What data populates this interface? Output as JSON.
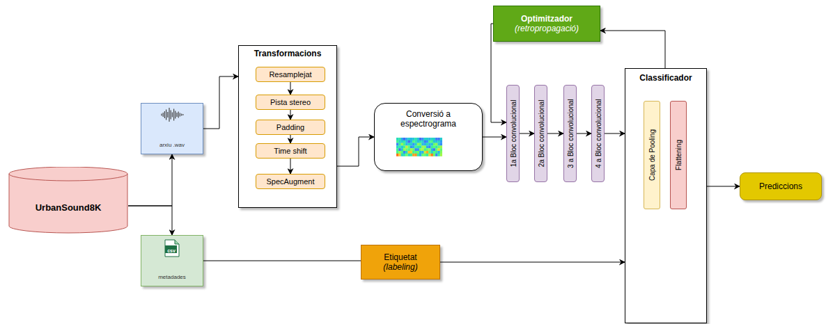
{
  "diagram": {
    "nodes": [
      {
        "text": [
          "UrbanSound8K"
        ]
      },
      {
        "text": [
          "arxiu .wav"
        ]
      },
      {
        "text": [
          "metadades"
        ]
      },
      {
        "text": [
          "Transformacions"
        ]
      },
      {
        "text": [
          "Resamplejat"
        ],
        "in": 3
      },
      {
        "text": [
          "Pista stereo"
        ],
        "in": 3
      },
      {
        "text": [
          "Padding"
        ],
        "in": 3
      },
      {
        "text": [
          "Time shift"
        ],
        "in": 3
      },
      {
        "text": [
          "SpecAugment"
        ],
        "in": 3
      },
      {
        "text": [
          "Conversió a espectrograma"
        ]
      },
      {
        "text": [
          "Optimitzador",
          "(retropropagació)"
        ]
      },
      {
        "text": [
          "1a Bloc convolucional"
        ]
      },
      {
        "text": [
          "2a Bloc convolucional"
        ]
      },
      {
        "text": [
          "3 a Bloc convolucional"
        ]
      },
      {
        "text": [
          "4 a Bloc convolucional"
        ]
      },
      {
        "text": [
          "Classificador"
        ]
      },
      {
        "text": [
          "Capa de Pooling"
        ],
        "in": 15
      },
      {
        "text": [
          "Flattening"
        ],
        "in": 15
      },
      {
        "text": [
          "Etiquetat",
          "(labeling)"
        ]
      },
      {
        "text": [
          "Prediccions"
        ]
      }
    ],
    "edges": [
      {
        "from": 0,
        "to": 1,
        "arrow": "to"
      },
      {
        "from": 0,
        "to": 2,
        "arrow": "to"
      },
      {
        "from": 1,
        "to": 3,
        "arrow": "to"
      },
      {
        "from": 4,
        "to": 5,
        "arrow": "to"
      },
      {
        "from": 5,
        "to": 6,
        "arrow": "to"
      },
      {
        "from": 6,
        "to": 7,
        "arrow": "to"
      },
      {
        "from": 7,
        "to": 8,
        "arrow": "to"
      },
      {
        "from": 3,
        "to": 9,
        "arrow": "to"
      },
      {
        "from": 9,
        "to": 11,
        "arrow": "to"
      },
      {
        "from": 11,
        "to": 12,
        "arrow": "to"
      },
      {
        "from": 12,
        "to": 13,
        "arrow": "to"
      },
      {
        "from": 13,
        "to": 14,
        "arrow": "to"
      },
      {
        "from": 14,
        "to": 15,
        "arrow": "to"
      },
      {
        "from": 15,
        "to": 10,
        "arrow": "to"
      },
      {
        "from": 10,
        "to": 11,
        "arrow": "to"
      },
      {
        "from": 2,
        "to": 18,
        "arrow": "none"
      },
      {
        "from": 18,
        "to": 15,
        "arrow": "to"
      },
      {
        "from": 15,
        "to": 19,
        "arrow": "to"
      }
    ],
    "labels": [
      "csv"
    ]
  }
}
